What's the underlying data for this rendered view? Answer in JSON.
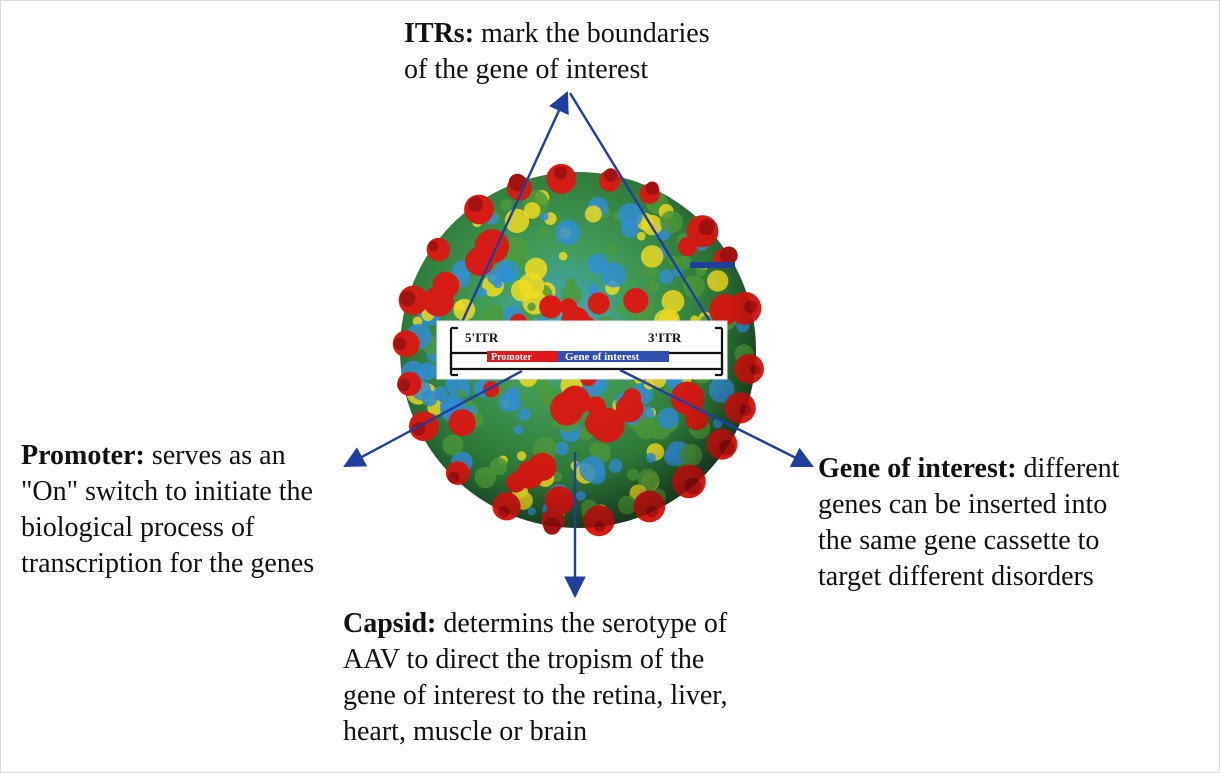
{
  "itrs": {
    "key": "ITRs:",
    "line1_rest": " mark the boundaries",
    "line2": "of the gene of interest"
  },
  "promoter": {
    "key": "Promoter:",
    "line1_rest": " serves as an",
    "line2": "\"On\" switch to initiate the",
    "line3": "biological process of",
    "line4": "transcription for the genes"
  },
  "gene": {
    "key": "Gene of interest:",
    "line1_rest": " different",
    "line2": "genes can be inserted into",
    "line3": "the same gene cassette to",
    "line4": "target different disorders"
  },
  "capsid": {
    "key": "Capsid:",
    "line1_rest": " determins the serotype of",
    "line2": "AAV to direct the tropism of the",
    "line3": "gene of interest to the retina, liver,",
    "line4": "heart, muscle or brain"
  },
  "cassette": {
    "itr5": "5'ITR",
    "itr3": "3'ITR",
    "promoter": "Promoter",
    "gene": "Gene of interest"
  },
  "colors": {
    "arrow": "#1f3f9e",
    "promoter_block": "#e3161c",
    "gene_block": "#2f4fb0",
    "capsid_red": "#d81a12",
    "capsid_yellow": "#f0dc1e",
    "capsid_green": "#4b9a3a",
    "capsid_blue": "#2f8fd6"
  }
}
